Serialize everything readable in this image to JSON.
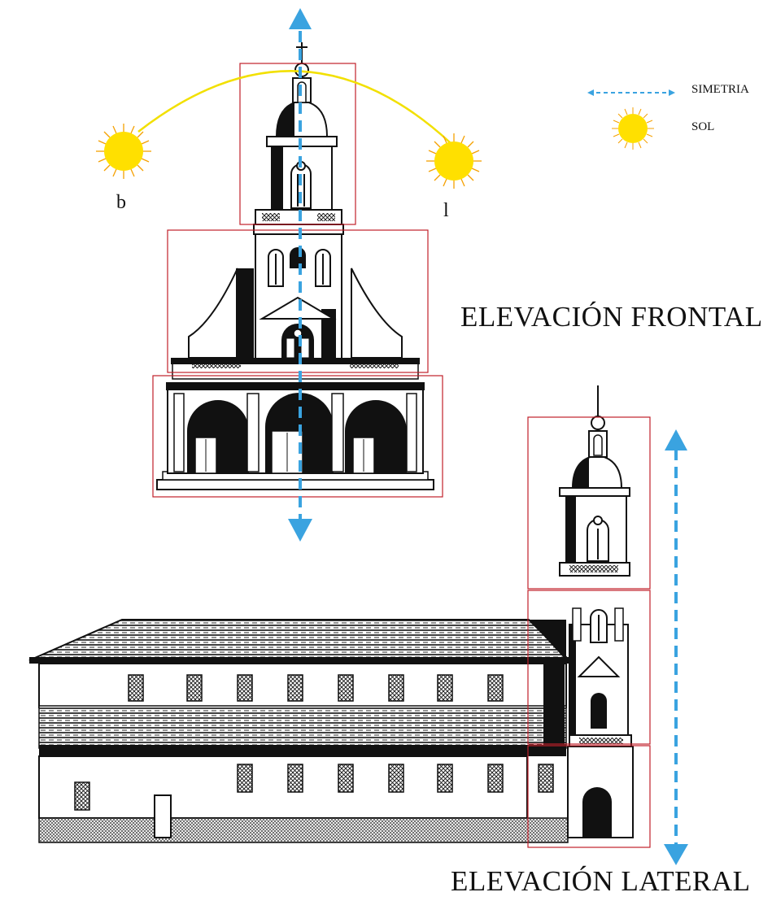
{
  "legend": {
    "symmetry_label": "SIMETRIA",
    "sun_label": "SOL",
    "symmetry_color": "#3aa3e0",
    "sun_color": "#ffe000",
    "sun_ray_color": "#f5a000"
  },
  "sun_path": {
    "left_label": "b",
    "right_label": "l",
    "arc_color": "#f2e000"
  },
  "titles": {
    "front": "ELEVACIÓN FRONTAL",
    "side": "ELEVACIÓN LATERAL"
  },
  "colors": {
    "module_box": "#c0202a",
    "ink": "#111111"
  },
  "icons": [
    "symmetry-arrow-icon",
    "sun-icon"
  ]
}
